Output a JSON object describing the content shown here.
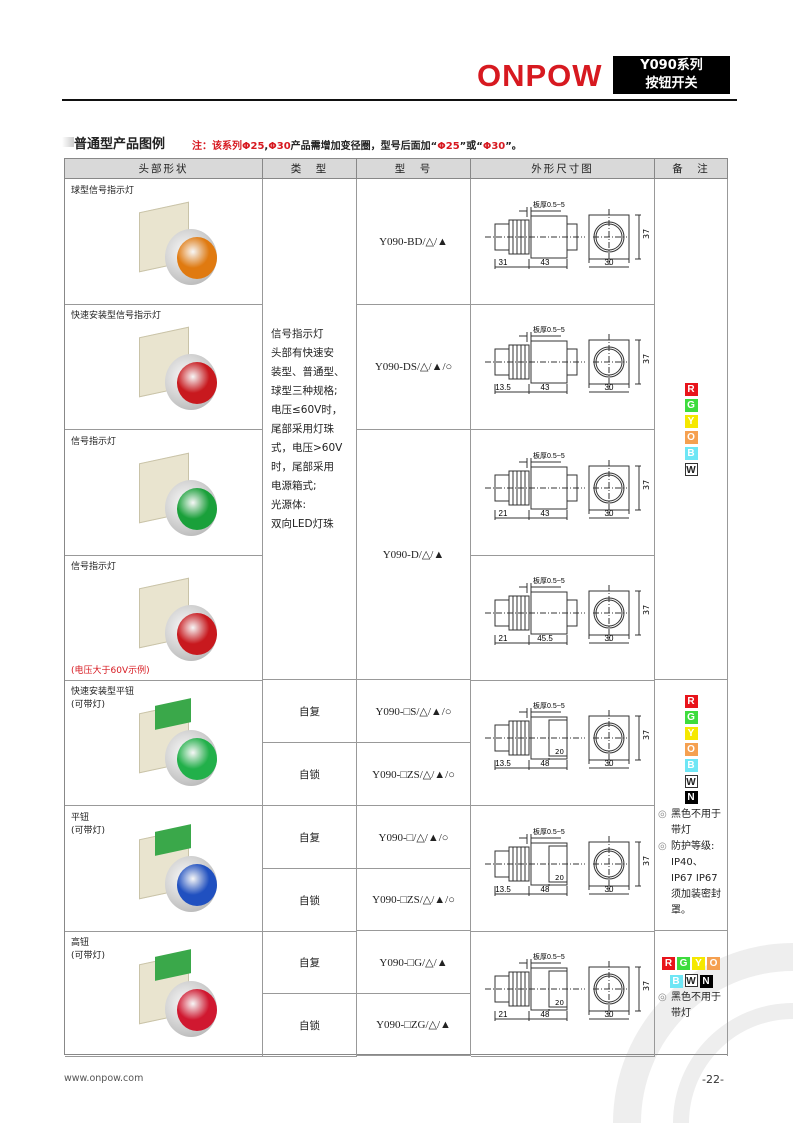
{
  "header": {
    "brand": "ONPOW",
    "series": "Y090系列",
    "product": "按钮开关"
  },
  "section": {
    "title": "普通型产品图例",
    "note_prefix": "注：该系列",
    "note_p1": "Φ25",
    "note_sep": ",",
    "note_p2": "Φ30",
    "note_mid": "产品需增加变径圈，型号后面加“",
    "note_q1": "Φ25",
    "note_or": "”或“",
    "note_q2": "Φ30",
    "note_end": "”。"
  },
  "table": {
    "headers": [
      "头部形状",
      "类　型",
      "型　号",
      "外形尺寸图",
      "备　注"
    ],
    "rows": [
      {
        "head": "球型信号指示灯",
        "lens": "#e07a10",
        "green": false
      },
      {
        "head": "快速安装型信号指示灯",
        "lens": "#c8191e",
        "green": false
      },
      {
        "head": "信号指示灯",
        "lens": "#1aa03a",
        "green": false
      },
      {
        "head": "信号指示灯",
        "head_note": "(电压大于60V示例)",
        "lens": "#c8191e",
        "green": false
      },
      {
        "head": "快速安装型平钮",
        "head2": "(可带灯)",
        "lens": "#22b04a",
        "green": true
      },
      {
        "head": "平钮",
        "head2": "(可带灯)",
        "lens": "#2050c0",
        "green": true
      },
      {
        "head": "高钮",
        "head2": "(可带灯)",
        "lens": "#d01830",
        "green": true
      }
    ],
    "indicator_desc": [
      "信号指示灯",
      "头部有快速安",
      "装型、普通型、",
      "球型三种规格;",
      "电压≤60V时，",
      "尾部采用灯珠",
      "式，电压>60V",
      "时，尾部采用",
      "电源箱式;",
      "光源体:",
      "双向LED灯珠"
    ],
    "types": [
      "自复",
      "自锁",
      "自复",
      "自锁",
      "自复",
      "自锁"
    ],
    "models": [
      "Y090-BD/△/▲",
      "Y090-DS/△/▲/○",
      "Y090-D/△/▲",
      "Y090-□S/△/▲/○",
      "Y090-□ZS/△/▲/○",
      "Y090-□/△/▲/○",
      "Y090-□ZS/△/▲/○",
      "Y090-□G/△/▲",
      "Y090-□ZG/△/▲"
    ],
    "drawings": [
      {
        "plate": "板厚0.5~5",
        "front": "31",
        "body": "43",
        "width": "30",
        "height": "37"
      },
      {
        "plate": "板厚0.5~5",
        "front": "13.5",
        "body": "43",
        "width": "30",
        "height": "37"
      },
      {
        "plate": "板厚0.5~5",
        "front": "21",
        "body": "43",
        "width": "30",
        "height": "37"
      },
      {
        "plate": "板厚0.5~5",
        "front": "21",
        "body": "45.5",
        "width": "30",
        "height": "37"
      },
      {
        "plate": "板厚0.5~5",
        "front": "13.5",
        "body": "48",
        "term": "20",
        "width": "30",
        "height": "37"
      },
      {
        "plate": "板厚0.5~5",
        "front": "13.5",
        "body": "48",
        "term": "20",
        "width": "30",
        "height": "37"
      },
      {
        "plate": "板厚0.5~5",
        "front": "21",
        "body": "48",
        "term": "20",
        "width": "30",
        "height": "37"
      }
    ],
    "colors1": [
      {
        "l": "R",
        "c": "#e8141b"
      },
      {
        "l": "G",
        "c": "#3ddc3d"
      },
      {
        "l": "Y",
        "c": "#f5e800"
      },
      {
        "l": "O",
        "c": "#f5a050"
      },
      {
        "l": "B",
        "c": "#6ee6f5"
      },
      {
        "l": "W",
        "c": "#ffffff"
      }
    ],
    "colors2": [
      {
        "l": "R",
        "c": "#e8141b"
      },
      {
        "l": "G",
        "c": "#3ddc3d"
      },
      {
        "l": "Y",
        "c": "#f5e800"
      },
      {
        "l": "O",
        "c": "#f5a050"
      },
      {
        "l": "B",
        "c": "#6ee6f5"
      },
      {
        "l": "W",
        "c": "#ffffff"
      },
      {
        "l": "N",
        "c": "#000000"
      }
    ],
    "remarks2": [
      "黑色不用于带灯",
      "防护等级: IP40、IP67 IP67须加装密封罩。"
    ],
    "remarks3": [
      "黑色不用于带灯"
    ]
  },
  "footer": {
    "url": "www.onpow.com",
    "page": "-22-"
  }
}
